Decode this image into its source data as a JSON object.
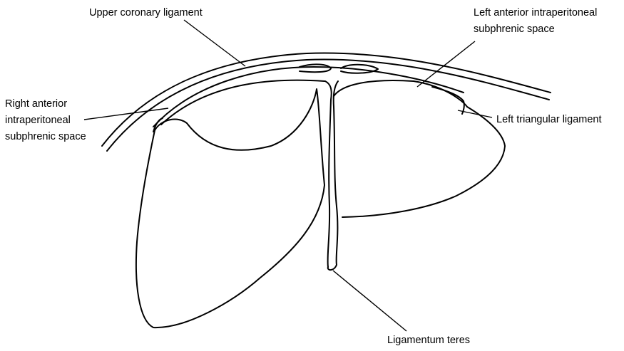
{
  "labels": {
    "upper_coronary": "Upper coronary ligament",
    "left_anterior": [
      "Left anterior intraperitoneal",
      "subphrenic space"
    ],
    "right_anterior": [
      "Right anterior",
      "intraperitoneal",
      "subphrenic space"
    ],
    "left_triangular": "Left triangular ligament",
    "ligamentum_teres": "Ligamentum teres"
  },
  "colors": {
    "ink": "#000000",
    "background": "#ffffff"
  }
}
